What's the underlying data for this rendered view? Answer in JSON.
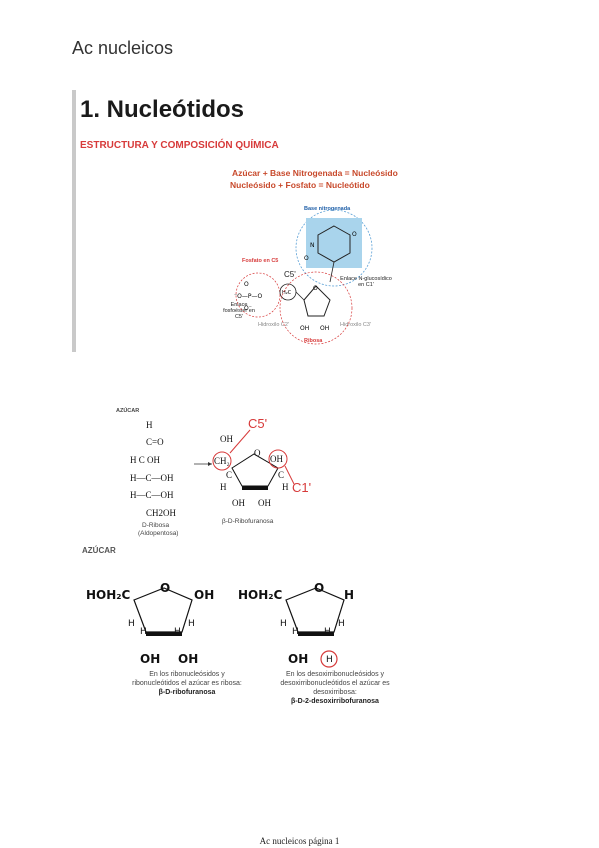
{
  "document": {
    "title": "Ac nucleicos",
    "footer": "Ac nucleicos página 1"
  },
  "slide": {
    "heading": "1. Nucleótidos",
    "subheading": "ESTRUCTURA Y COMPOSICIÓN QUÍMICA",
    "equation_1": "Azúcar + Base Nitrogenada = Nucleósido",
    "equation_2": "Nucleósido + Fosfato = Nucleótido",
    "labels": {
      "base": "Base nitrogenada",
      "fosfato": "Fosfato en C5",
      "c5": "C5'",
      "enlace_n": "Enlace N-glucosídico en C1'",
      "enlace_fosfoester": "Enlace fosfoéster en C5'",
      "hidroxilo_c2": "Hidroxilo C2'",
      "hidroxilo_c3": "Hidroxilo C3'",
      "ribosa": "Ribosa"
    },
    "colors": {
      "accent_red": "#d73a3a",
      "base_blue": "#a9d4ec",
      "equation": "#c8492b"
    }
  },
  "figure2": {
    "label": "AZÚCAR",
    "linear": [
      "H",
      "C=O",
      "H  C  OH",
      "H—C—OH",
      "H—C—OH",
      "CH2OH"
    ],
    "linear_caption_1": "D-Ribosa",
    "linear_caption_2": "(Aldopentosa)",
    "ring_caption": "β-D-Ribofuranosa",
    "c5_label": "C5'",
    "c1_label": "C1'"
  },
  "figure3": {
    "label": "AZÚCAR",
    "left_caption_1": "En los ribonucleósidos y",
    "left_caption_2": "ribonucleótidos el azúcar es ribosa:",
    "left_caption_3": "β-D-ribofuranosa",
    "right_caption_1": "En los desoxirribonucleósidos y",
    "right_caption_2": "desoxirribonucleótidos el azúcar es",
    "right_caption_3": "desoxirribosa:",
    "right_caption_4": "β-D-2-desoxirribofuranosa"
  }
}
